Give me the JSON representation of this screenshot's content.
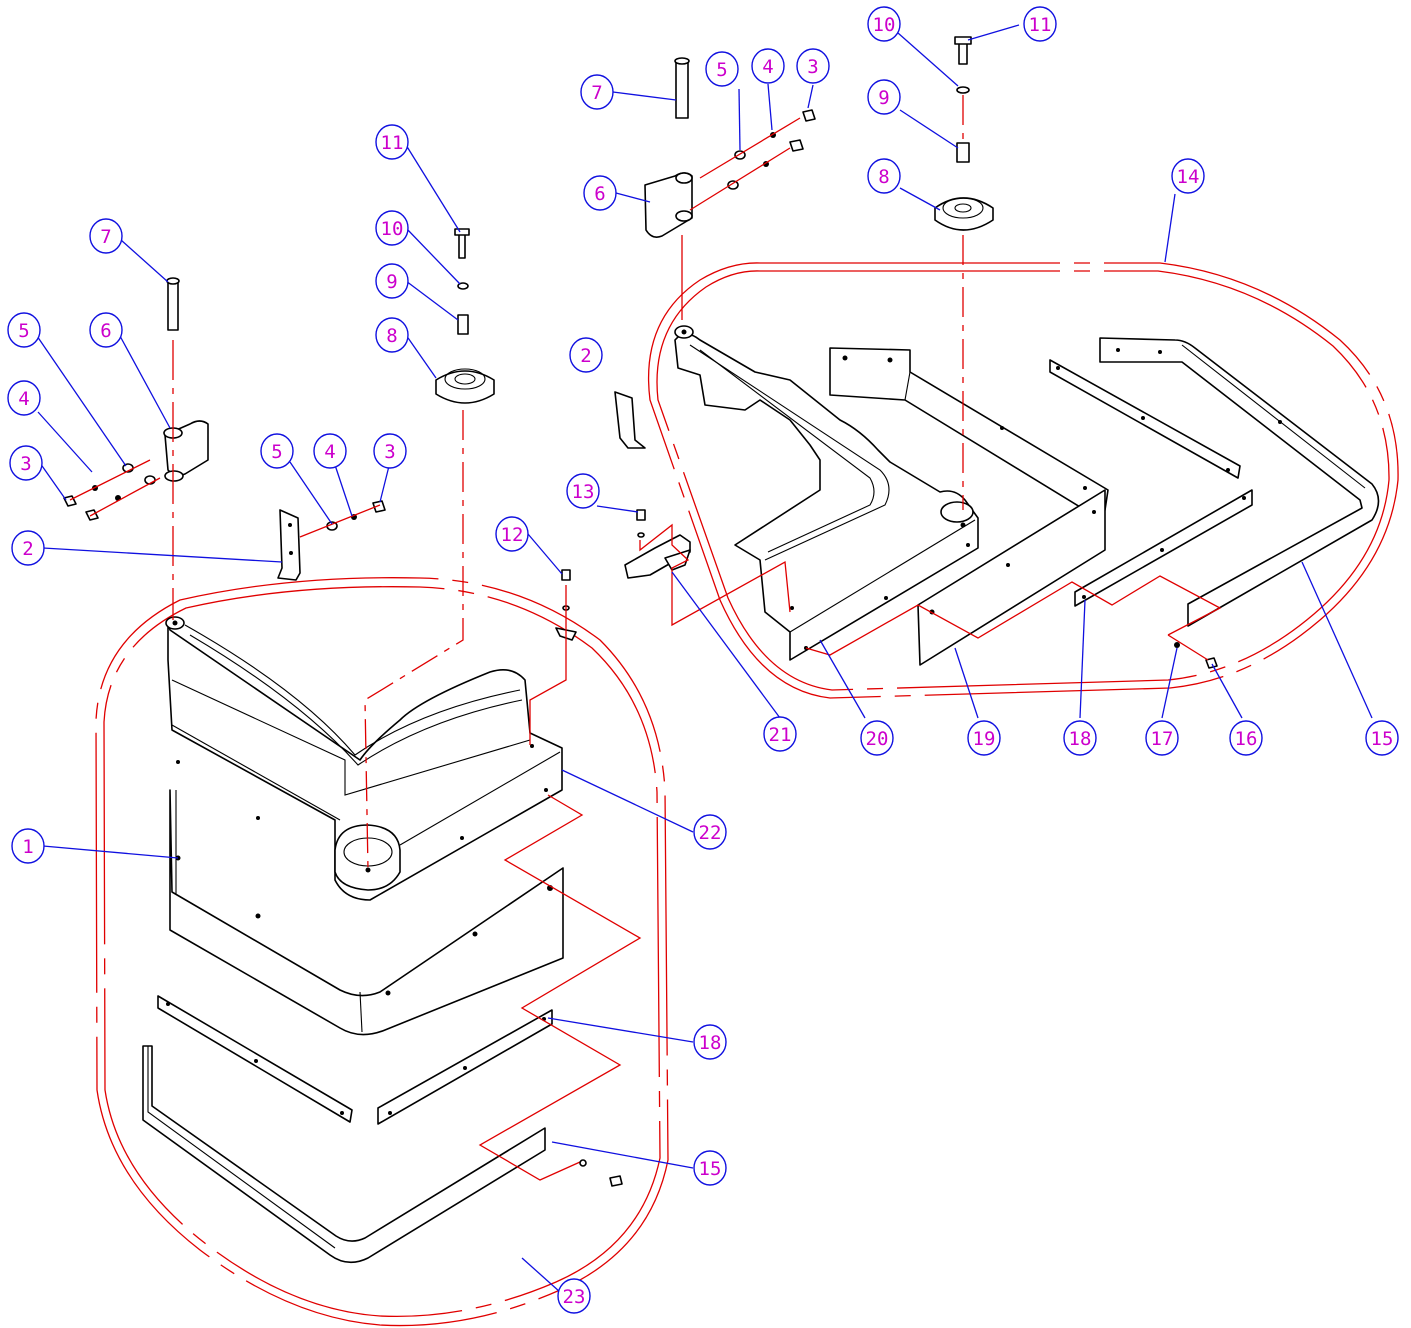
{
  "callouts": [
    {
      "id": "c1",
      "label": "1"
    },
    {
      "id": "c2a",
      "label": "2"
    },
    {
      "id": "c3a",
      "label": "3"
    },
    {
      "id": "c4a",
      "label": "4"
    },
    {
      "id": "c5a",
      "label": "5"
    },
    {
      "id": "c6a",
      "label": "6"
    },
    {
      "id": "c7a",
      "label": "7"
    },
    {
      "id": "c5b",
      "label": "5"
    },
    {
      "id": "c4b",
      "label": "4"
    },
    {
      "id": "c3b",
      "label": "3"
    },
    {
      "id": "c2b",
      "label": "2"
    },
    {
      "id": "c11a",
      "label": "11"
    },
    {
      "id": "c10a",
      "label": "10"
    },
    {
      "id": "c9a",
      "label": "9"
    },
    {
      "id": "c8a",
      "label": "8"
    },
    {
      "id": "c12",
      "label": "12"
    },
    {
      "id": "c22",
      "label": "22"
    },
    {
      "id": "c18a",
      "label": "18"
    },
    {
      "id": "c15a",
      "label": "15"
    },
    {
      "id": "c23",
      "label": "23"
    },
    {
      "id": "c7b",
      "label": "7"
    },
    {
      "id": "c5c",
      "label": "5"
    },
    {
      "id": "c4c",
      "label": "4"
    },
    {
      "id": "c3c",
      "label": "3"
    },
    {
      "id": "c6b",
      "label": "6"
    },
    {
      "id": "c10b",
      "label": "10"
    },
    {
      "id": "c11b",
      "label": "11"
    },
    {
      "id": "c9b",
      "label": "9"
    },
    {
      "id": "c8b",
      "label": "8"
    },
    {
      "id": "c14",
      "label": "14"
    },
    {
      "id": "c13",
      "label": "13"
    },
    {
      "id": "c21",
      "label": "21"
    },
    {
      "id": "c20",
      "label": "20"
    },
    {
      "id": "c19",
      "label": "19"
    },
    {
      "id": "c18b",
      "label": "18"
    },
    {
      "id": "c17",
      "label": "17"
    },
    {
      "id": "c16",
      "label": "16"
    },
    {
      "id": "c15b",
      "label": "15"
    }
  ]
}
